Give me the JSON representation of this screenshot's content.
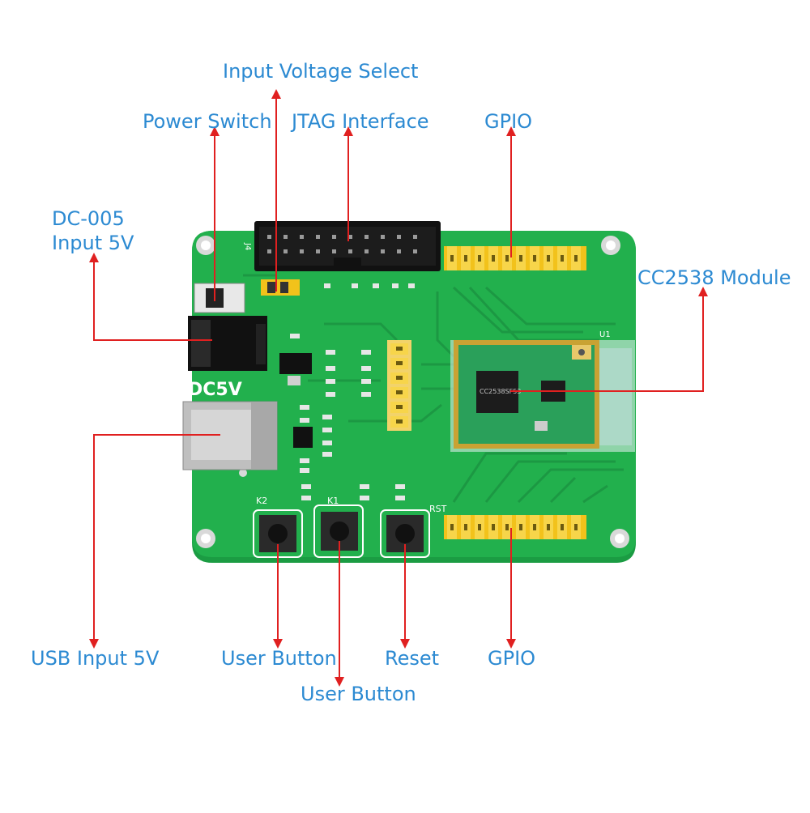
{
  "colors": {
    "label_text": "#2c8ad2",
    "pointer_line": "#e02020",
    "pcb": "#1faa4a",
    "pin_header": "#f2c21b",
    "background": "#ffffff"
  },
  "labels": {
    "input_voltage_select": "Input Voltage Select",
    "power_switch": "Power Switch",
    "jtag_interface": "JTAG Interface",
    "gpio_top": "GPIO",
    "dc005_line1": "DC-005",
    "dc005_line2": "Input 5V",
    "cc2538_module": "CC2538 Module",
    "usb_input": "USB Input 5V",
    "user_button_left": "User Button",
    "reset": "Reset",
    "gpio_bottom": "GPIO",
    "user_button_bottom": "User Button"
  },
  "board_silkscreen": {
    "dc_marking": "DC5V",
    "button_k1": "K1",
    "button_k2": "K2",
    "button_rst": "RST",
    "chip_marking": "CC2538SF53",
    "module_ref": "U1",
    "jtag_ref": "J4"
  }
}
